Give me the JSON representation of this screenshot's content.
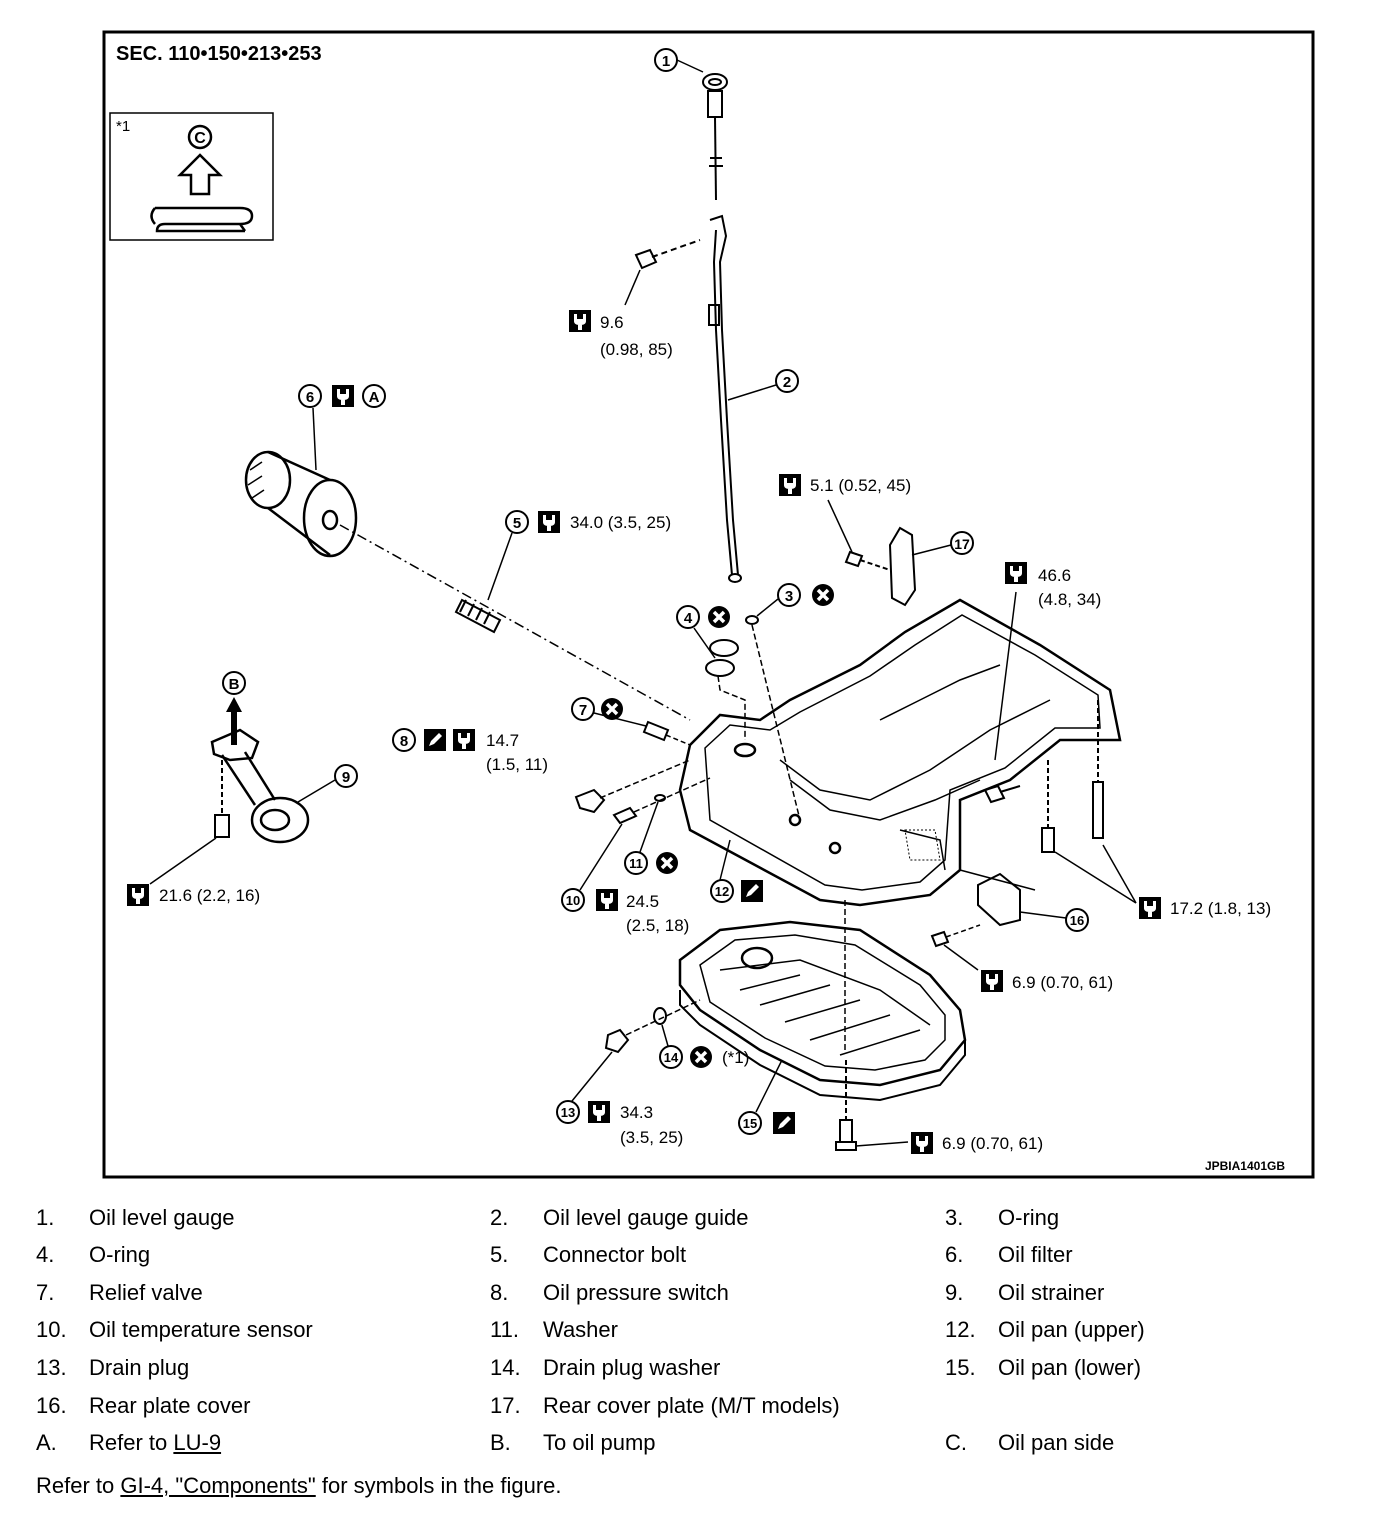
{
  "figure": {
    "section": "SEC. 110•150•213•253",
    "inset_tag": "*1",
    "code": "JPBIA1401GB",
    "callout_letters": {
      "A": "A",
      "B": "B",
      "C": "C"
    },
    "callouts": [
      {
        "num": "1"
      },
      {
        "num": "2"
      },
      {
        "num": "3"
      },
      {
        "num": "4"
      },
      {
        "num": "5"
      },
      {
        "num": "6"
      },
      {
        "num": "7"
      },
      {
        "num": "8"
      },
      {
        "num": "9"
      },
      {
        "num": "10"
      },
      {
        "num": "11"
      },
      {
        "num": "12"
      },
      {
        "num": "13"
      },
      {
        "num": "14"
      },
      {
        "num": "15"
      },
      {
        "num": "16"
      },
      {
        "num": "17"
      }
    ],
    "torques": {
      "t_9_6": "9.6",
      "t_9_6_sub": "(0.98, 85)",
      "t_5_1": "5.1 (0.52, 45)",
      "t_34_0": "34.0 (3.5, 25)",
      "t_46_6": "46.6",
      "t_46_6_sub": "(4.8, 34)",
      "t_14_7": "14.7",
      "t_14_7_sub": "(1.5, 11)",
      "t_21_6": "21.6 (2.2, 16)",
      "t_24_5": "24.5",
      "t_24_5_sub": "(2.5, 18)",
      "t_17_2": "17.2 (1.8, 13)",
      "t_6_9a": "6.9 (0.70, 61)",
      "t_34_3": "34.3",
      "t_34_3_sub": "(3.5, 25)",
      "t_6_9b": "6.9 (0.70, 61)",
      "star1": "(*1)"
    }
  },
  "legend": [
    [
      {
        "num": "1.",
        "text": "Oil level gauge"
      },
      {
        "num": "2.",
        "text": "Oil level gauge guide"
      },
      {
        "num": "3.",
        "text": "O-ring"
      }
    ],
    [
      {
        "num": "4.",
        "text": "O-ring"
      },
      {
        "num": "5.",
        "text": "Connector bolt"
      },
      {
        "num": "6.",
        "text": "Oil filter"
      }
    ],
    [
      {
        "num": "7.",
        "text": "Relief valve"
      },
      {
        "num": "8.",
        "text": "Oil pressure switch"
      },
      {
        "num": "9.",
        "text": "Oil strainer"
      }
    ],
    [
      {
        "num": "10.",
        "text": "Oil temperature sensor"
      },
      {
        "num": "11.",
        "text": "Washer"
      },
      {
        "num": "12.",
        "text": "Oil pan (upper)"
      }
    ],
    [
      {
        "num": "13.",
        "text": "Drain plug"
      },
      {
        "num": "14.",
        "text": "Drain plug washer"
      },
      {
        "num": "15.",
        "text": "Oil pan (lower)"
      }
    ],
    [
      {
        "num": "16.",
        "text": "Rear plate cover"
      },
      {
        "num": "17.",
        "text": "Rear cover plate (M/T models)"
      }
    ],
    [
      {
        "num": "A.",
        "text_prefix": "Refer to ",
        "link": "LU-9"
      },
      {
        "num": "B.",
        "text": "To oil pump"
      },
      {
        "num": "C.",
        "text": "Oil pan side"
      }
    ]
  ],
  "footnote": {
    "prefix": "Refer to ",
    "link": "GI-4, \"Components\"",
    "suffix": " for symbols in the figure."
  }
}
